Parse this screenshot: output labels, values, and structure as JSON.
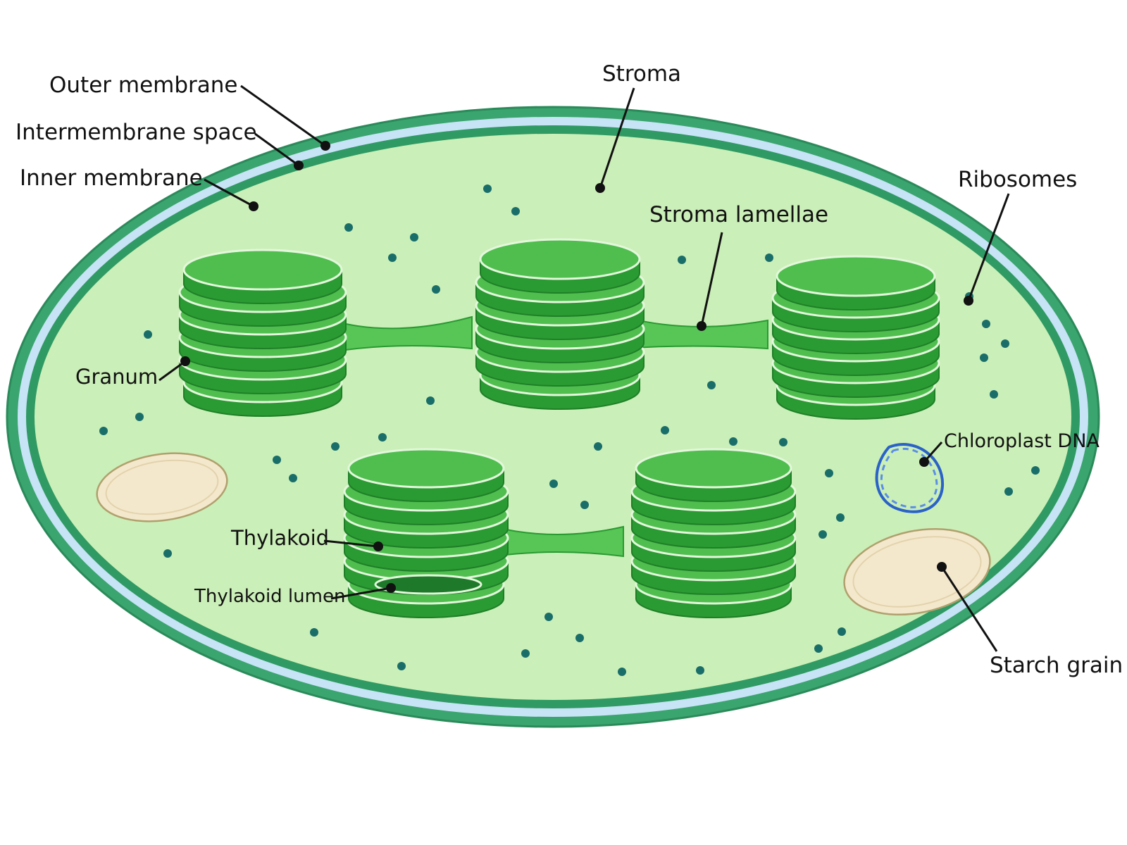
{
  "labels": {
    "outer_membrane": "Outer membrane",
    "intermembrane_space": "Intermembrane space",
    "inner_membrane": "Inner membrane",
    "stroma": "Stroma",
    "stroma_lamellae": "Stroma lamellae",
    "ribosomes": "Ribosomes",
    "granum": "Granum",
    "chloroplast_dna": "Chloroplast DNA",
    "thylakoid": "Thylakoid",
    "thylakoid_lumen": "Thylakoid lumen",
    "starch_grain": "Starch grain"
  },
  "colors": {
    "outer_membrane": "#3aa56e",
    "intermembrane_space": "#c7e3f6",
    "inner_membrane": "#2f9a63",
    "stroma": "#cbefb8",
    "thylakoid_fill": "#4fbe4f",
    "thylakoid_edge": "#2a9a32",
    "thylakoid_highlight": "#e4f7dc",
    "lumen": "#1e7a2a",
    "ribosome": "#1a6e6a",
    "starch_fill": "#f4e8cc",
    "starch_edge": "#b0a06e",
    "dna": "#2a62c8"
  }
}
